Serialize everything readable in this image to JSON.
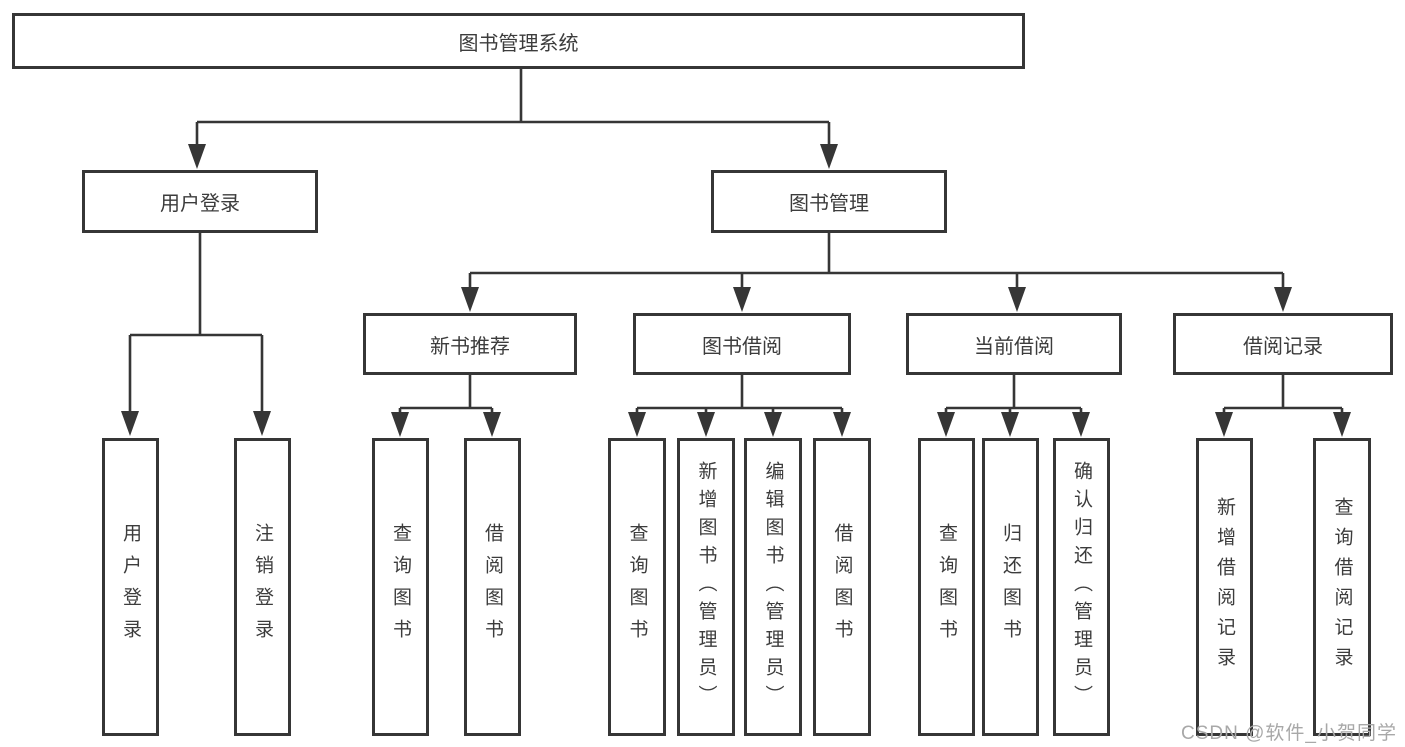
{
  "diagram": {
    "root": "图书管理系统",
    "branches": [
      {
        "label": "用户登录"
      },
      {
        "label": "图书管理"
      }
    ],
    "modules": [
      {
        "label": "新书推荐"
      },
      {
        "label": "图书借阅"
      },
      {
        "label": "当前借阅"
      },
      {
        "label": "借阅记录"
      }
    ],
    "leaves": [
      {
        "label": "用户登录"
      },
      {
        "label": "注销登录"
      },
      {
        "label": "查询图书"
      },
      {
        "label": "借阅图书"
      },
      {
        "label": "查询图书"
      },
      {
        "label": "新增图书（管理员）"
      },
      {
        "label": "编辑图书（管理员）"
      },
      {
        "label": "借阅图书"
      },
      {
        "label": "查询图书"
      },
      {
        "label": "归还图书"
      },
      {
        "label": "确认归还（管理员）"
      },
      {
        "label": "新增借阅记录"
      },
      {
        "label": "查询借阅记录"
      }
    ]
  },
  "watermark": "CSDN @软件_小贺同学",
  "colors": {
    "line": "#363636",
    "text": "#3c3c3c",
    "watermark": "#a8a8a8",
    "background": "#ffffff"
  }
}
